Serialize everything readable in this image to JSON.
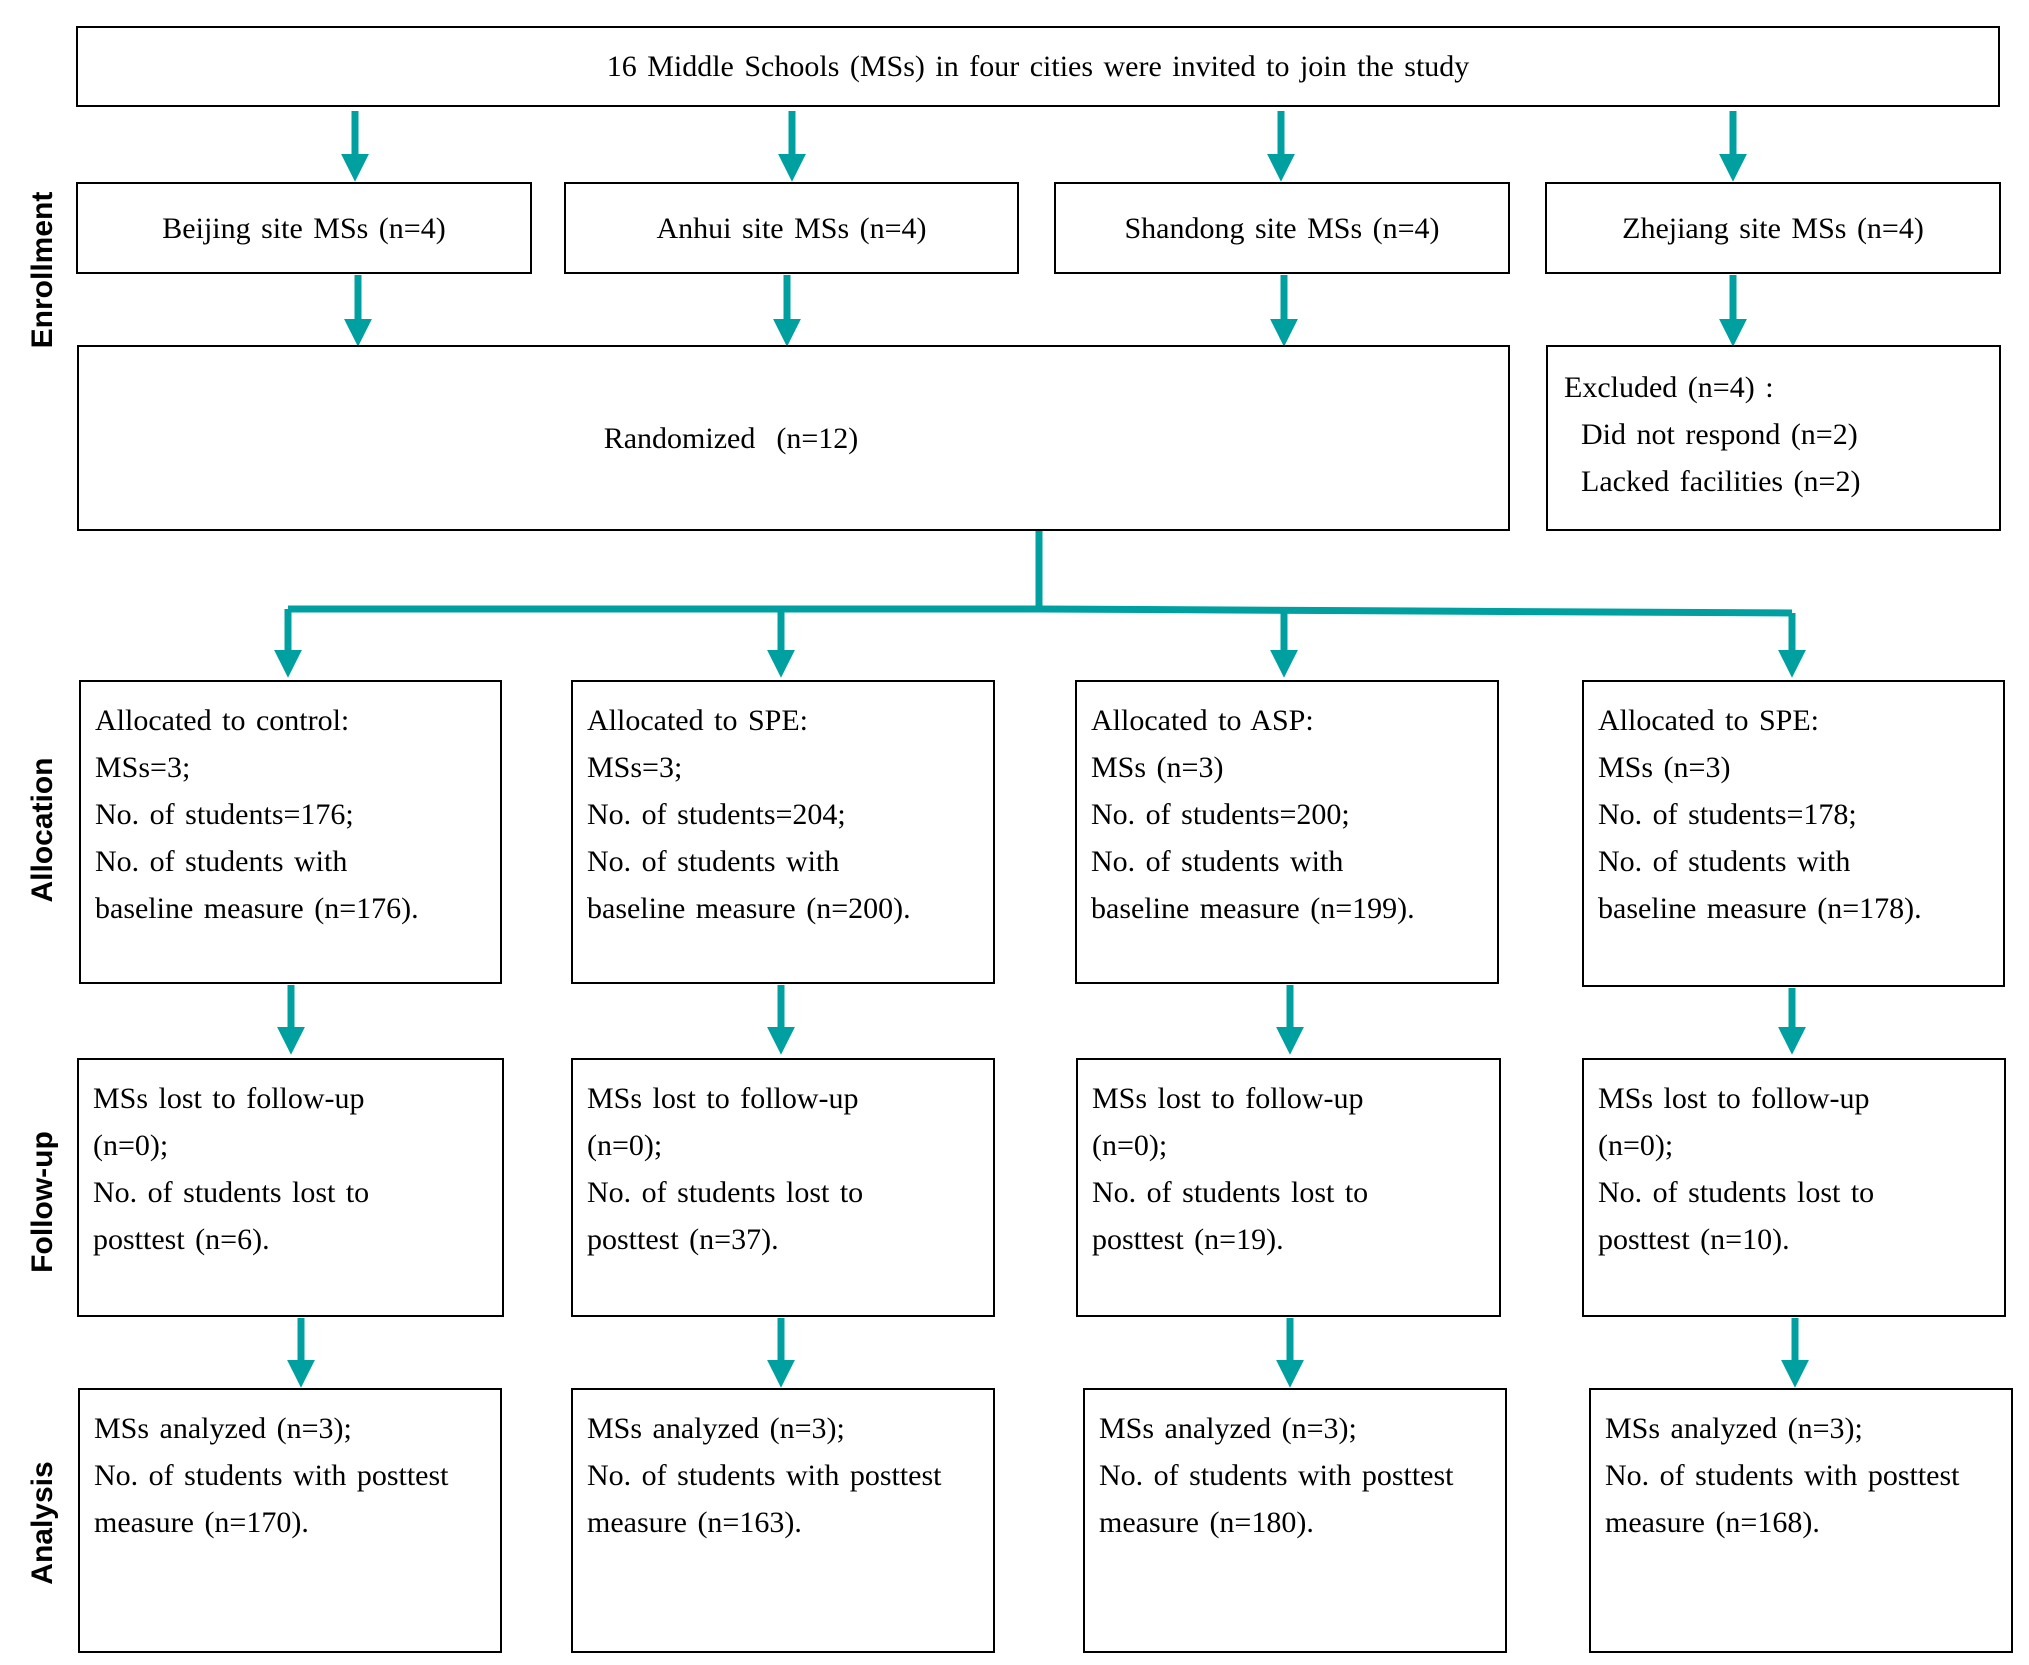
{
  "colors": {
    "arrow": "#00A0A0",
    "border": "#000000",
    "background": "#ffffff"
  },
  "stages": {
    "enrollment": "Enrollment",
    "allocation": "Allocation",
    "follow_up": "Follow-up",
    "analysis": "Analysis"
  },
  "top": {
    "text": "16 Middle Schools (MSs) in four cities were invited to join the study"
  },
  "sites": [
    {
      "label": "Beijing site MSs (n=4)"
    },
    {
      "label": "Anhui site MSs (n=4)"
    },
    {
      "label": "Shandong site MSs (n=4)"
    },
    {
      "label": "Zhejiang site MSs (n=4)"
    }
  ],
  "randomized": {
    "text": "Randomized  (n=12)"
  },
  "excluded": {
    "title": "Excluded (n=4) :",
    "reasons": [
      "Did not respond (n=2)",
      "Lacked facilities (n=2)"
    ]
  },
  "allocation": [
    {
      "lines": [
        "Allocated to control:",
        "MSs=3;",
        "No. of students=176;",
        "No. of students with",
        "baseline measure (n=176)."
      ]
    },
    {
      "lines": [
        "Allocated to SPE:",
        "MSs=3;",
        "No. of students=204;",
        "No. of students with",
        "baseline measure (n=200)."
      ]
    },
    {
      "lines": [
        "Allocated to ASP:",
        "MSs (n=3)",
        "No. of students=200;",
        "No. of students with",
        "baseline measure (n=199)."
      ]
    },
    {
      "lines": [
        "Allocated to SPE:",
        "MSs (n=3)",
        "No. of students=178;",
        "No. of students with",
        "baseline measure (n=178)."
      ]
    }
  ],
  "followup": [
    {
      "lines": [
        "MSs lost to follow-up",
        "(n=0);",
        "No. of students lost to",
        "posttest (n=6)."
      ]
    },
    {
      "lines": [
        "MSs lost to follow-up",
        "(n=0);",
        "No. of students lost to",
        "posttest (n=37)."
      ]
    },
    {
      "lines": [
        "MSs lost to follow-up",
        "(n=0);",
        "No. of students lost to",
        "posttest (n=19)."
      ]
    },
    {
      "lines": [
        "MSs lost to follow-up",
        "(n=0);",
        "No. of students lost to",
        "posttest (n=10)."
      ]
    }
  ],
  "analysis": [
    {
      "lines": [
        "MSs analyzed (n=3);",
        "No. of students with posttest",
        "measure (n=170)."
      ]
    },
    {
      "lines": [
        "MSs analyzed (n=3);",
        "No. of students with posttest",
        "measure (n=163)."
      ]
    },
    {
      "lines": [
        "MSs analyzed (n=3);",
        "No. of students with posttest",
        "measure (n=180)."
      ]
    },
    {
      "lines": [
        "MSs analyzed (n=3);",
        "No. of students with posttest",
        "measure (n=168)."
      ]
    }
  ]
}
